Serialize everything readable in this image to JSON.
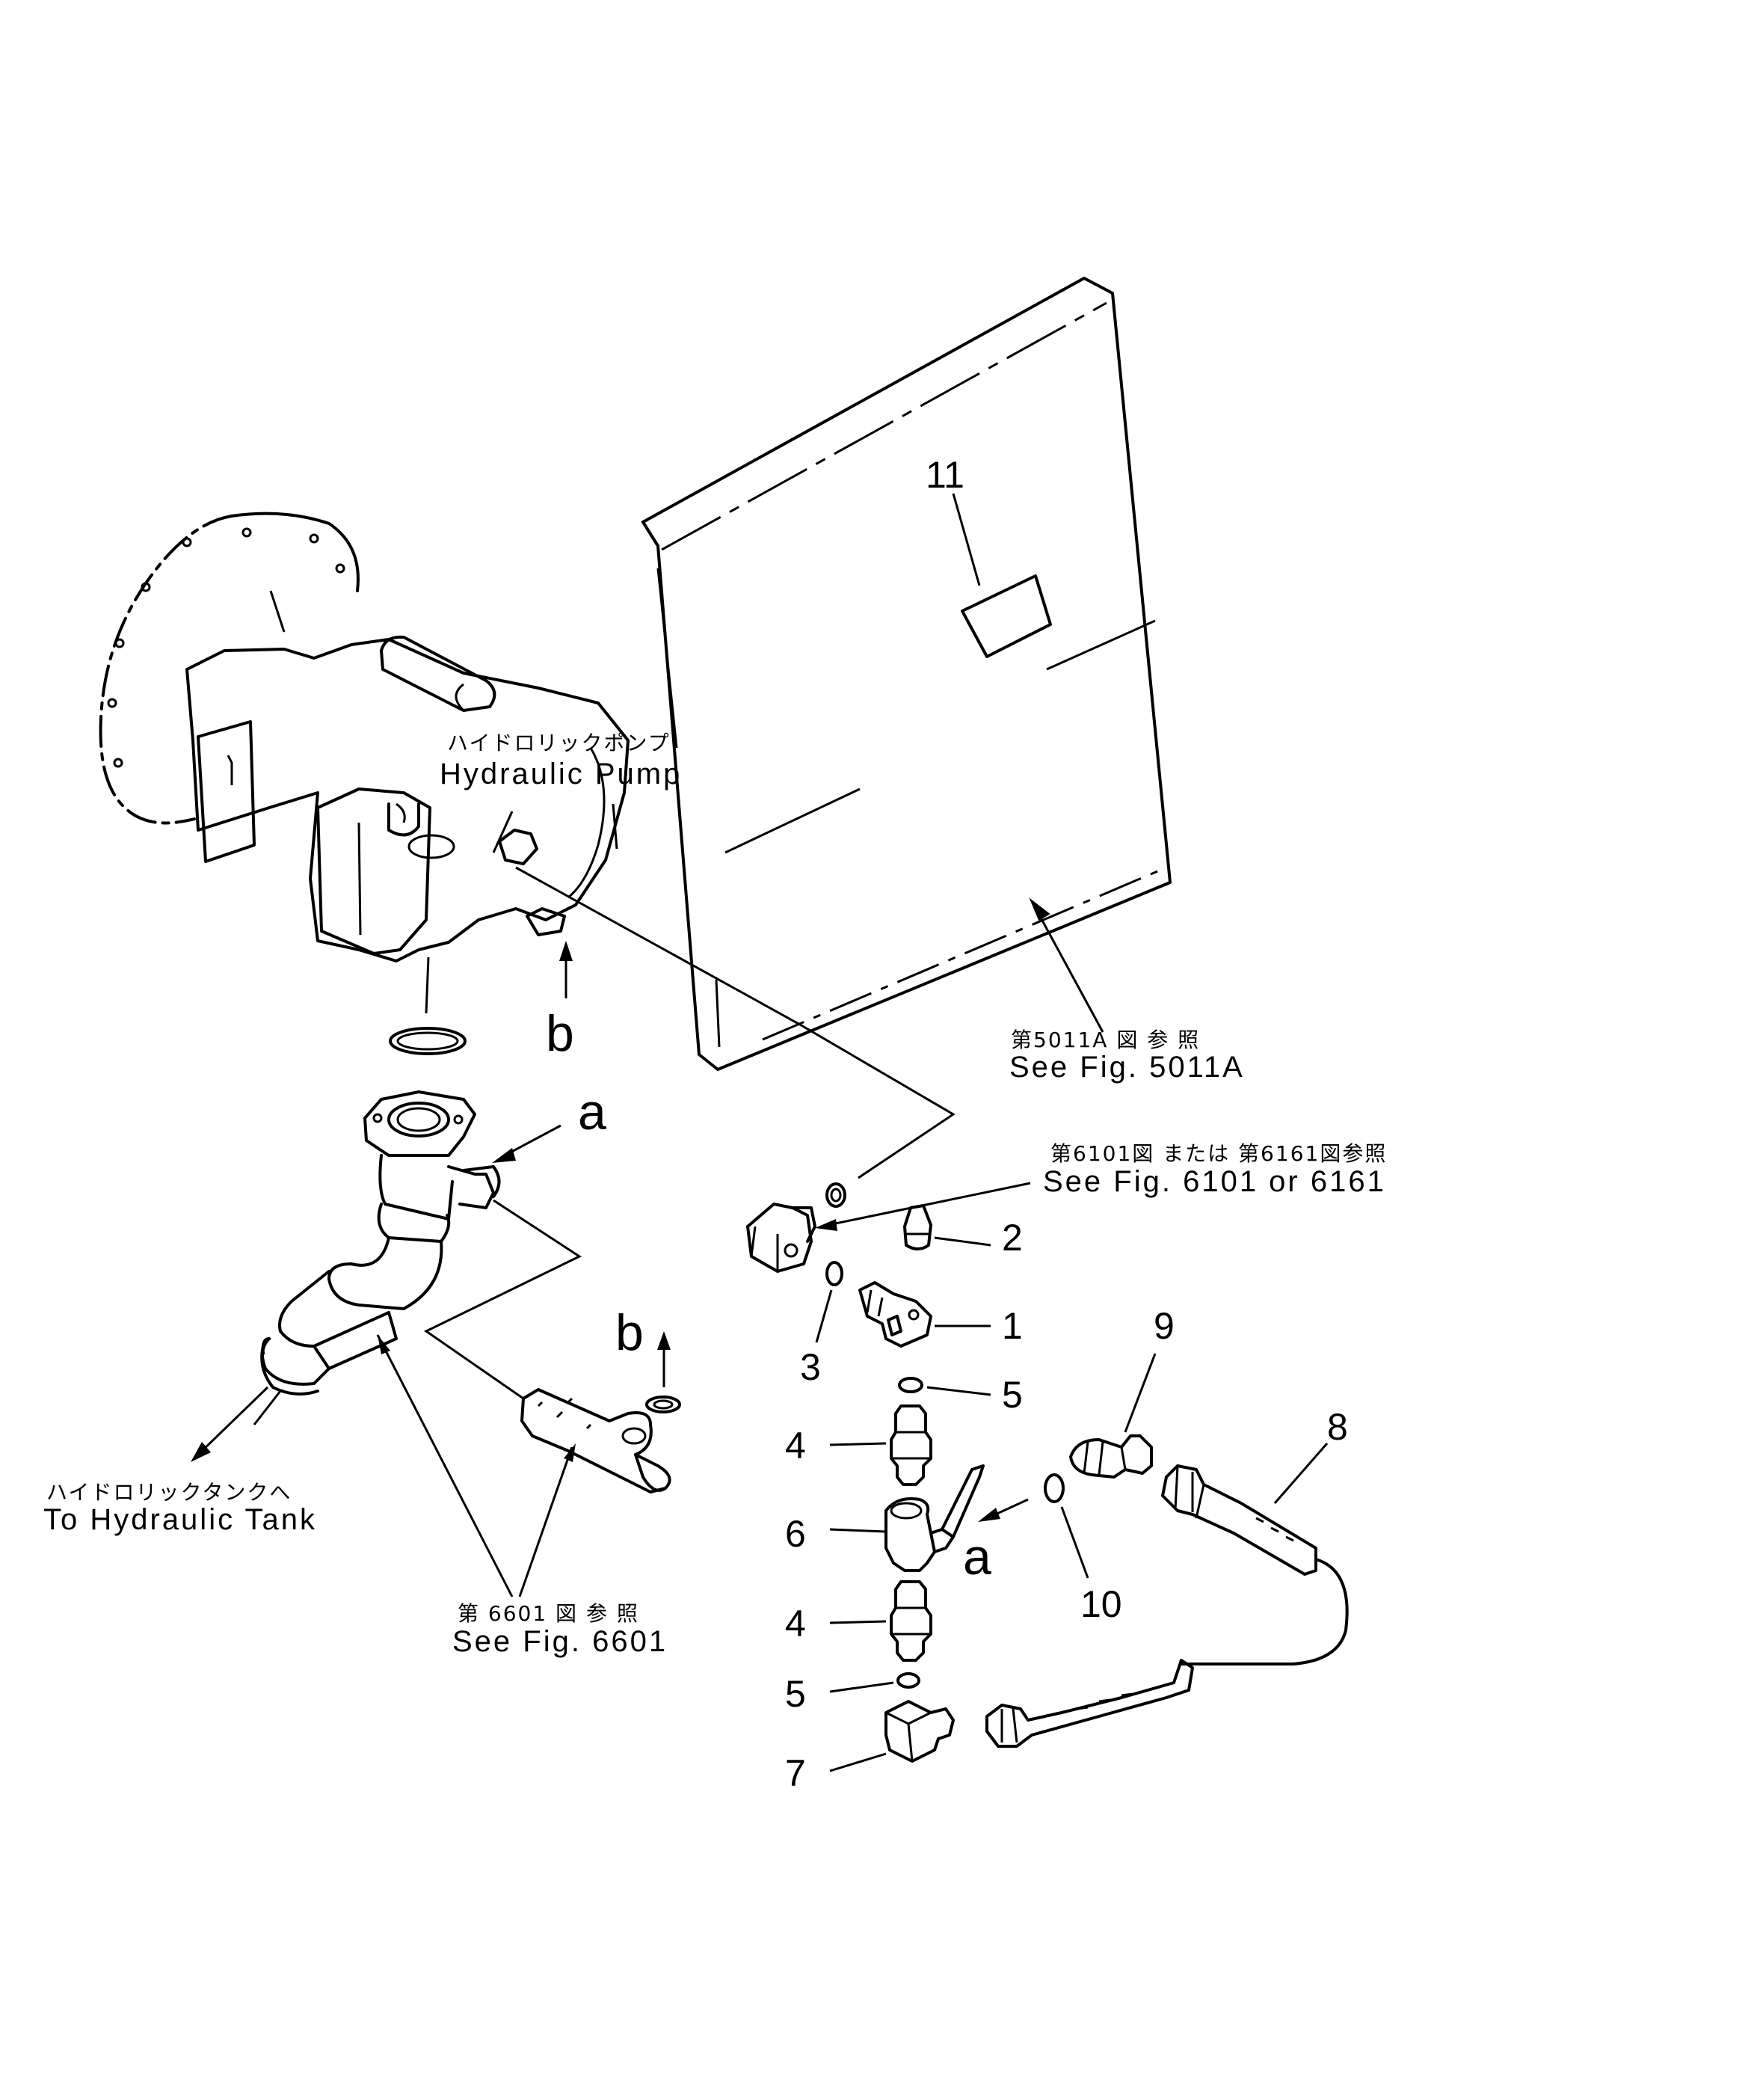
{
  "callouts": {
    "hydraulic_pump_jp": "ハイドロリックポンプ",
    "hydraulic_pump_en": "Hydraulic  Pump",
    "fig5011a_jp": "第5011A 図 参 照",
    "fig5011a_en": "See Fig. 5011A",
    "fig6101_jp": "第6101図 または 第6161図参照",
    "fig6101_en": "See Fig. 6101  or  6161",
    "tank_jp": "ハイドロリックタンクへ",
    "tank_en": "To  Hydraulic  Tank",
    "fig6601_jp": "第 6601 図 参 照",
    "fig6601_en": "See Fig. 6601"
  },
  "letters": {
    "a": "a",
    "b": "b"
  },
  "parts": {
    "p1": "1",
    "p2": "2",
    "p3": "3",
    "p4": "4",
    "p5": "5",
    "p6": "6",
    "p7": "7",
    "p8": "8",
    "p9": "9",
    "p10": "10",
    "p11": "11"
  }
}
